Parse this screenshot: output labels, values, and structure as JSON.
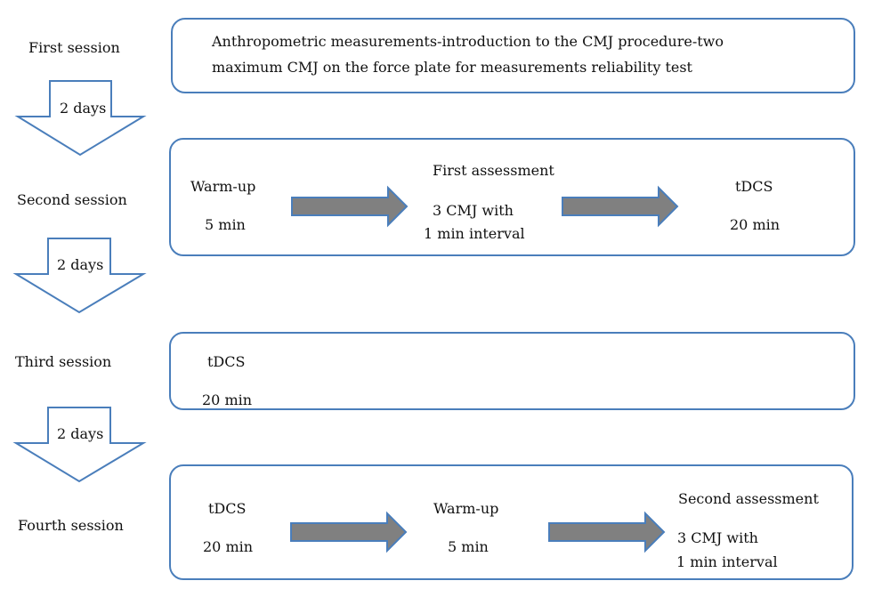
{
  "sessions": [
    {
      "label": "First session"
    },
    {
      "label": "Second session"
    },
    {
      "label": "Third session"
    },
    {
      "label": "Fourth session"
    }
  ],
  "gaps": [
    "2 days",
    "2 days",
    "2 days"
  ],
  "first": {
    "line1": "Anthropometric measurements-introduction to the CMJ procedure-two",
    "line2": "maximum CMJ on the force plate for measurements reliability test"
  },
  "second": {
    "warmup_title": "Warm-up",
    "warmup_time": "5 min",
    "assess_title": "First assessment",
    "assess_line1": "3 CMJ with",
    "assess_line2": "1 min interval",
    "tdcs_title": "tDCS",
    "tdcs_time": "20 min"
  },
  "third": {
    "tdcs_title": "tDCS",
    "tdcs_time": "20 min"
  },
  "fourth": {
    "tdcs_title": "tDCS",
    "tdcs_time": "20 min",
    "warmup_title": "Warm-up",
    "warmup_time": "5 min",
    "assess_title": "Second assessment",
    "assess_line1": "3 CMJ with",
    "assess_line2": "1 min interval"
  },
  "colors": {
    "box_border": "#4a7ebb",
    "arrow_fill": "#808080",
    "arrow_stroke": "#4a7ebb"
  }
}
